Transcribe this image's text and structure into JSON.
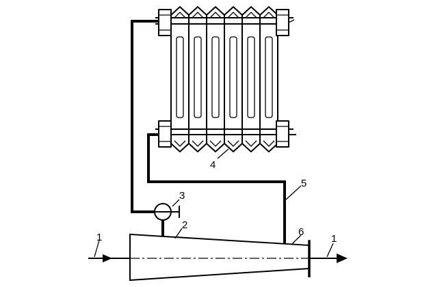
{
  "labels": {
    "inlet_flow": "1",
    "outlet_flow": "1",
    "cone": "2",
    "valve": "3",
    "radiator": "4",
    "return_pipe": "5",
    "junction": "6"
  }
}
